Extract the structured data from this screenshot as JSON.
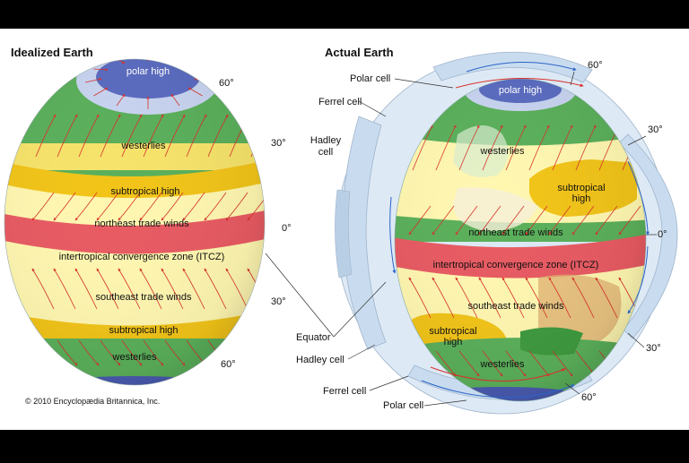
{
  "left_globe": {
    "title": "Idealized Earth",
    "bands": {
      "polar_high": "polar high",
      "westerlies_north": "westerlies",
      "subtropical_high_north": "subtropical high",
      "northeast_trades": "northeast trade winds",
      "itcz": "intertropical convergence zone (ITCZ)",
      "southeast_trades": "southeast trade winds",
      "subtropical_high_south": "subtropical high",
      "westerlies_south": "westerlies"
    },
    "latitudes": {
      "n60": "60°",
      "n30": "30°",
      "eq": "0°",
      "s30": "30°",
      "s60": "60°"
    }
  },
  "right_globe": {
    "title": "Actual Earth",
    "inner": {
      "polar_high": "polar high",
      "westerlies_north": "westerlies",
      "subtropical_high_north": "subtropical\nhigh",
      "northeast_trades": "northeast trade winds",
      "itcz": "intertropical convergence zone (ITCZ)",
      "southeast_trades": "southeast trade winds",
      "subtropical_high_south": "subtropical\nhigh",
      "westerlies_south": "westerlies"
    },
    "callouts": {
      "polar_cell_top": "Polar cell",
      "ferrel_cell_top": "Ferrel cell",
      "hadley_cell_top": "Hadley\ncell",
      "equator": "Equator",
      "hadley_cell_bottom": "Hadley cell",
      "ferrel_cell_bottom": "Ferrel cell",
      "polar_cell_bottom": "Polar cell"
    },
    "latitudes": {
      "n60": "60°",
      "n30": "30°",
      "eq": "0°",
      "s30": "30°",
      "s60": "60°"
    }
  },
  "copyright": "© 2010 Encyclopædia Britannica, Inc.",
  "colors": {
    "polar_high": "#5a6bc0",
    "polar_halo": "#c8d4f0",
    "westerlies": "#5aaf5a",
    "subtropical_high": "#f2c418",
    "trades": "#fff7b0",
    "itcz": "#e85a62",
    "cell": "#cfe0f2",
    "arrow_red": "#d9302a",
    "arrow_blue": "#2a63c8"
  }
}
